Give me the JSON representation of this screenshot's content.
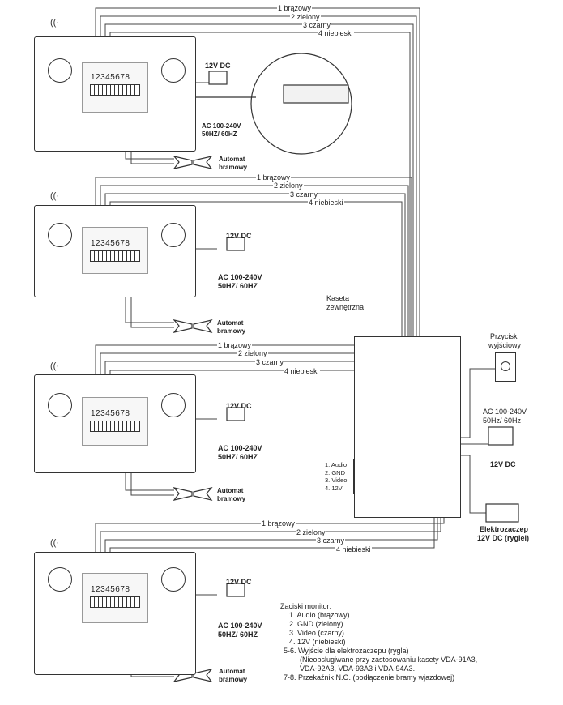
{
  "wires": {
    "w1": "1 brązowy",
    "w2": "2 zielony",
    "w3": "3 czarny",
    "w4": "4 niebieski"
  },
  "monitor": {
    "terminal_numbers": "12345678",
    "power_dc": "12V DC",
    "power_ac_line1": "AC 100-240V",
    "power_ac_line2": "50HZ/ 60HZ",
    "gate_line1": "Automat",
    "gate_line2": "bramowy",
    "wifi_icon": "wifi-signal"
  },
  "kaseta": {
    "title_line1": "Kaseta",
    "title_line2": "zewnętrzna",
    "pins": [
      "1. Audio",
      "2. GND",
      "3. Video",
      "4. 12V"
    ]
  },
  "right": {
    "button_line1": "Przycisk",
    "button_line2": "wyjściowy",
    "ac_line1": "AC 100-240V",
    "ac_line2": "50Hz/ 60Hz",
    "dc": "12V DC",
    "lock_line1": "Elektrozaczep",
    "lock_line2": "12V DC (rygiel)"
  },
  "legend": {
    "title": "Zaciski monitor:",
    "items": [
      "1. Audio (brązowy)",
      "2. GND (zielony)",
      "3. Video (czarny)",
      "4. 12V (niebieski)",
      "5-6. Wyjście dla elektrozaczepu (rygla)",
      "(Nieobsługiwane przy zastosowaniu kasety VDA-91A3,",
      "VDA-92A3, VDA-93A3 i VDA-94A3.",
      "7-8. Przekaźnik N.O. (podłączenie bramy wjazdowej)"
    ]
  }
}
